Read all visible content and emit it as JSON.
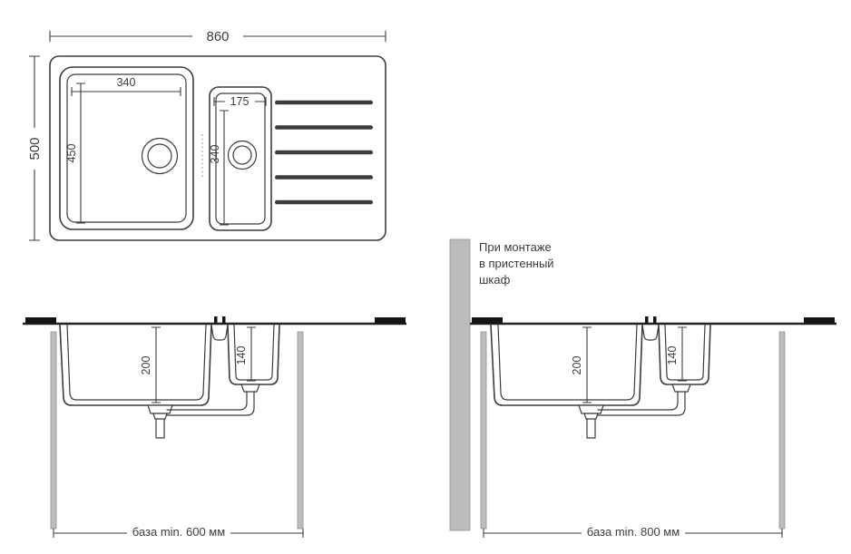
{
  "colors": {
    "line": "#3c3c3c",
    "counter_black": "#151515",
    "panel_gray": "#bcbcbc"
  },
  "top_view": {
    "overall_width": "860",
    "overall_depth": "500",
    "main_bowl_width": "340",
    "main_bowl_depth": "450",
    "second_bowl_width": "175",
    "second_bowl_depth": "340"
  },
  "section_standard": {
    "main_bowl_height": "200",
    "second_bowl_height": "140",
    "base_label": "база min. 600 мм"
  },
  "section_wall_cabinet": {
    "note_lines": [
      "При монтаже",
      "в пристенный",
      "шкаф"
    ],
    "main_bowl_height": "200",
    "second_bowl_height": "140",
    "base_label": "база min. 800 мм"
  }
}
